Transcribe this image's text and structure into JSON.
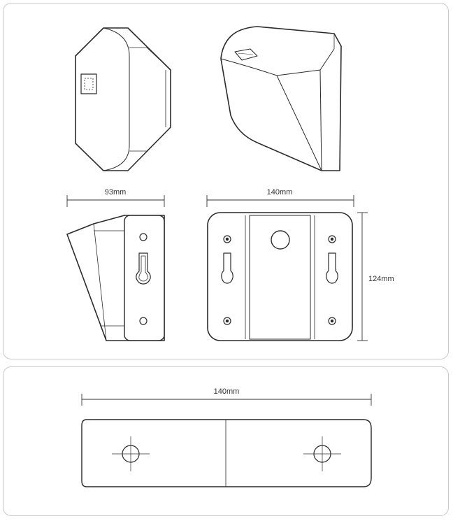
{
  "dimensions": {
    "side_width": "93mm",
    "front_width": "140mm",
    "front_height": "124mm",
    "bracket_width": "140mm"
  },
  "colors": {
    "line": "#2b2b2b",
    "thin": "#555555",
    "panel_border": "#c9c9c9",
    "shade": "#f4f4f4"
  }
}
